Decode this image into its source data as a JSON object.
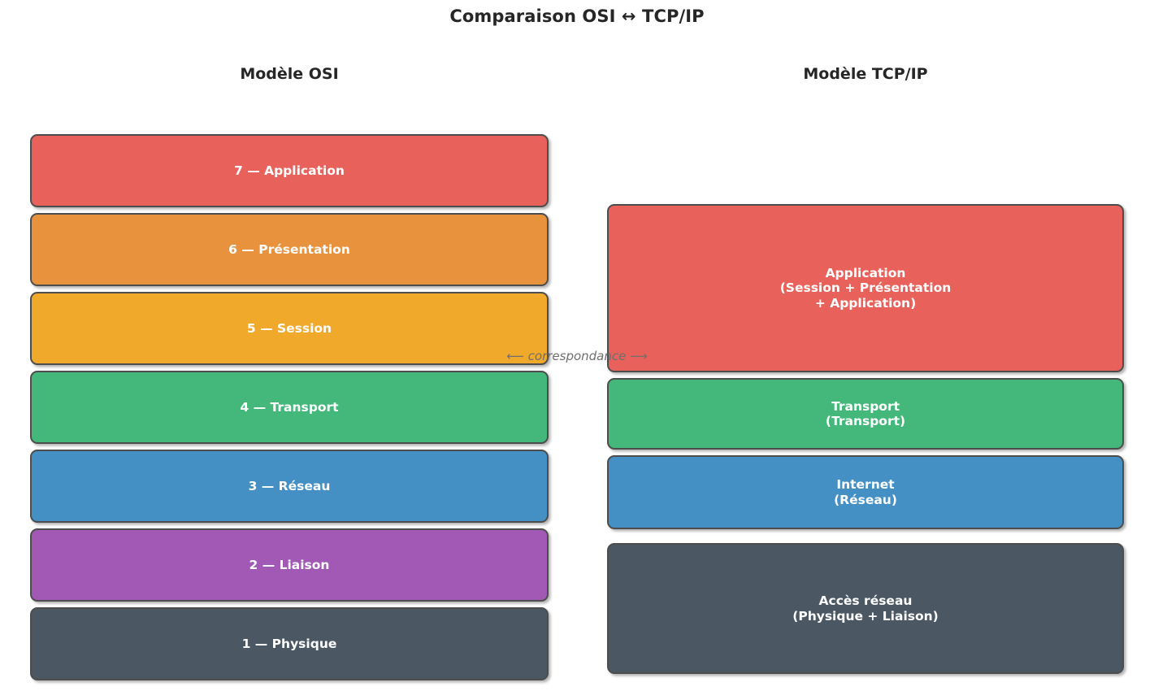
{
  "figure": {
    "title": "Comparaison OSI ↔ TCP/IP",
    "center_annotation": "⟵ correspondance ⟶",
    "background": "#ffffff",
    "title_color": "#262626"
  },
  "palette": {
    "red": "#E8615A",
    "orange": "#E8923E",
    "amber": "#F0A92B",
    "green": "#43B87A",
    "blue": "#4490C4",
    "purple": "#A259B5",
    "slate": "#4B5763",
    "border": "#4d4d4d",
    "label_text": "#ffffff",
    "annotation_text": "#6f6f6f"
  },
  "osi": {
    "heading": "Modèle OSI",
    "layers": [
      {
        "label": "7 — Application",
        "number": 7,
        "name": "Application",
        "color": "#E8615A"
      },
      {
        "label": "6 — Présentation",
        "number": 6,
        "name": "Présentation",
        "color": "#E8923E"
      },
      {
        "label": "5 — Session",
        "number": 5,
        "name": "Session",
        "color": "#F0A92B"
      },
      {
        "label": "4 — Transport",
        "number": 4,
        "name": "Transport",
        "color": "#43B87A"
      },
      {
        "label": "3 — Réseau",
        "number": 3,
        "name": "Réseau",
        "color": "#4490C4"
      },
      {
        "label": "2 — Liaison",
        "number": 2,
        "name": "Liaison",
        "color": "#A259B5"
      },
      {
        "label": "1 — Physique",
        "number": 1,
        "name": "Physique",
        "color": "#4B5763"
      }
    ]
  },
  "tcpip": {
    "heading": "Modèle TCP/IP",
    "layers": [
      {
        "label": "Application\n(Session + Présentation\n+ Application)",
        "name": "Application",
        "mapping": "Session + Présentation + Application",
        "color": "#E8615A"
      },
      {
        "label": "Transport\n(Transport)",
        "name": "Transport",
        "mapping": "Transport",
        "color": "#43B87A"
      },
      {
        "label": "Internet\n(Réseau)",
        "name": "Internet",
        "mapping": "Réseau",
        "color": "#4490C4"
      },
      {
        "label": "Accès réseau\n(Physique + Liaison)",
        "name": "Accès réseau",
        "mapping": "Physique + Liaison",
        "color": "#4B5763"
      }
    ]
  }
}
